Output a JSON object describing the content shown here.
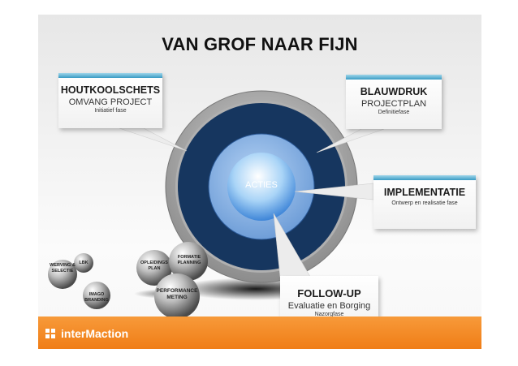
{
  "title": "VAN GROF NAAR FIJN",
  "center_label": "ACTIES",
  "callouts": {
    "houtkoolschets": {
      "heading": "HOUTKOOLSCHETS",
      "sub": "OMVANG PROJECT",
      "small": "Initiatief fase"
    },
    "blauwdruk": {
      "heading": "BLAUWDRUK",
      "sub": "PROJECTPLAN",
      "small": "Definitiefase"
    },
    "implementatie": {
      "heading": "IMPLEMENTATIE",
      "small": "Ontwerp en realisatie fase"
    },
    "follow_up": {
      "heading": "FOLLOW-UP",
      "sub": "Evaluatie en Borging",
      "small": "Nazorgfase"
    }
  },
  "balls": {
    "werving": "WERVING & SELECTIE",
    "lbk": "LBK",
    "imago": "IMAGO BRANDING",
    "opleidingsplan": "OPLEIDINGS PLAN",
    "formatieplanning": "FORMATIE PLANNING",
    "performance": "PERFORMANCE METING"
  },
  "logo": {
    "text": "interMaction"
  },
  "colors": {
    "footer": "#f07d16",
    "dark_ring": "#16365f",
    "accent_bar": "#3a9bc4"
  }
}
